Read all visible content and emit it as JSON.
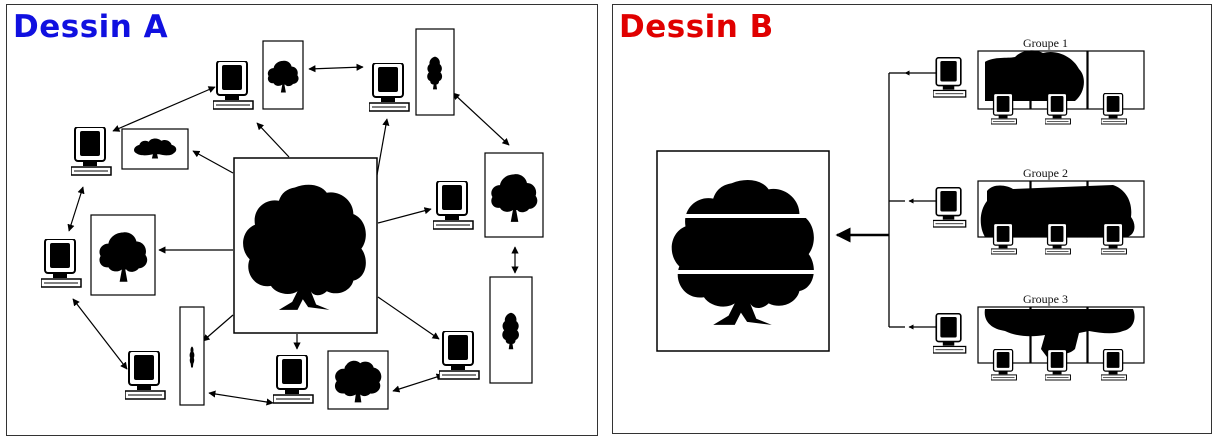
{
  "colors": {
    "title_a": "#1010e0",
    "title_b": "#e00000",
    "ink": "#000000",
    "frame": "#333333"
  },
  "dessin_a": {
    "title": "Dessin A",
    "nodes": [
      {
        "id": "pc-top-left",
        "tree": "round",
        "connects_to": [
          "pc-top-right",
          "pc-left-upper"
        ]
      },
      {
        "id": "pc-top-right",
        "tree": "tall",
        "connects_to": [
          "pc-top-left",
          "pc-right-upper"
        ]
      },
      {
        "id": "pc-left-upper",
        "tree": "flat",
        "connects_to": [
          "pc-top-left",
          "pc-left-middle"
        ]
      },
      {
        "id": "pc-right-upper",
        "tree": "round",
        "connects_to": [
          "pc-top-right",
          "pc-right-lower"
        ]
      },
      {
        "id": "pc-left-middle",
        "tree": "round",
        "connects_to": [
          "pc-left-upper",
          "pc-bottom-left"
        ]
      },
      {
        "id": "pc-right-lower",
        "tree": "tall",
        "connects_to": [
          "pc-right-upper",
          "pc-bottom-middle"
        ]
      },
      {
        "id": "pc-bottom-left",
        "tree": "thin",
        "connects_to": [
          "pc-left-middle",
          "pc-bottom-middle"
        ]
      },
      {
        "id": "pc-bottom-middle",
        "tree": "wide",
        "connects_to": [
          "pc-bottom-left",
          "pc-right-lower"
        ]
      }
    ],
    "center_image": "large-tree"
  },
  "dessin_b": {
    "title": "Dessin B",
    "groups": [
      {
        "label": "Groupe 1"
      },
      {
        "label": "Groupe 2"
      },
      {
        "label": "Groupe 3"
      }
    ],
    "result_image": "large-tree-assembled-in-3-strips"
  }
}
